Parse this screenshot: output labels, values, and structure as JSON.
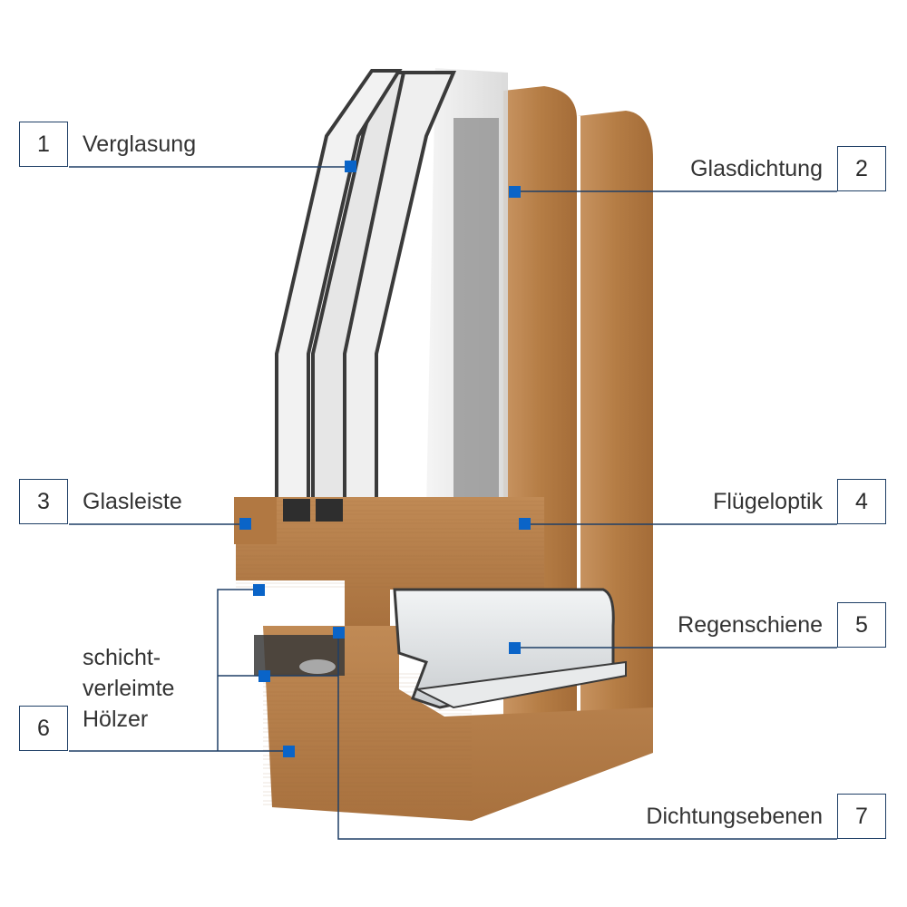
{
  "colors": {
    "accent": "#0a64c8",
    "leader_line": "#1f3f66",
    "wood": "#b8834d",
    "aluminium": "#d9dde0"
  },
  "callouts": [
    {
      "number": "1",
      "label": "Verglasung"
    },
    {
      "number": "2",
      "label": "Glasdichtung"
    },
    {
      "number": "3",
      "label": "Glasleiste"
    },
    {
      "number": "4",
      "label": "Flügeloptik"
    },
    {
      "number": "5",
      "label": "Regenschiene"
    },
    {
      "number": "6",
      "label_lines": [
        "schicht-",
        "verleimte",
        "Hölzer"
      ]
    },
    {
      "number": "7",
      "label": "Dichtungsebenen"
    }
  ]
}
